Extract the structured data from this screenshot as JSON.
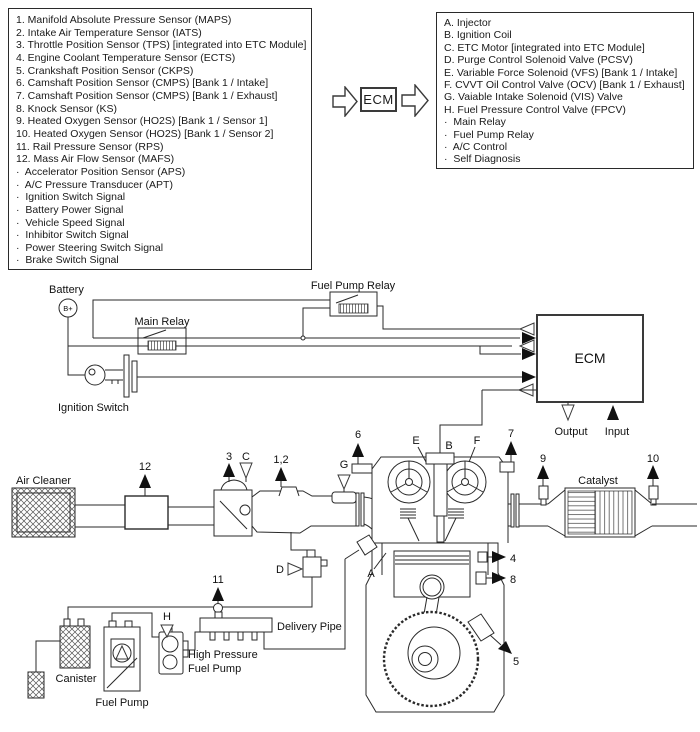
{
  "header": {
    "inputs_box": {
      "items": [
        "1. Manifold Absolute Pressure Sensor (MAPS)",
        "2. Intake Air Temperature Sensor (IATS)",
        "3. Throttle Position Sensor (TPS) [integrated into ETC Module]",
        "4. Engine Coolant Temperature Sensor (ECTS)",
        "5. Crankshaft Position Sensor (CKPS)",
        "6. Camshaft Position Sensor (CMPS) [Bank 1 / Intake]",
        "7. Camshaft Position Sensor (CMPS) [Bank 1 / Exhaust]",
        "8. Knock Sensor (KS)",
        "9. Heated Oxygen Sensor (HO2S) [Bank 1 / Sensor 1]",
        "10. Heated Oxygen Sensor (HO2S) [Bank 1 / Sensor 2]",
        "11. Rail Pressure Sensor (RPS)",
        "12. Mass Air Flow Sensor (MAFS)",
        "·  Accelerator Position Sensor (APS)",
        "·  A/C Pressure Transducer (APT)",
        "·  Ignition Switch Signal",
        "·  Battery Power Signal",
        "·  Vehicle Speed Signal",
        "·  Inhibitor Switch Signal",
        "·  Power Steering Switch Signal",
        "·  Brake Switch Signal"
      ]
    },
    "ecm_label": "ECM",
    "outputs_box": {
      "items": [
        "A. Injector",
        "B. Ignition Coil",
        "C. ETC Motor [integrated into ETC Module]",
        "D. Purge Control Solenoid Valve (PCSV)",
        "E. Variable Force Solenoid (VFS) [Bank 1 / Intake]",
        "F. CVVT Oil Control Valve (OCV) [Bank 1 / Exhaust]",
        "G. Vaiable Intake Solenoid (VIS) Valve",
        "H. Fuel Pressure Control Valve (FPCV)",
        "·  Main Relay",
        "·  Fuel Pump Relay",
        "·  A/C Control",
        "·  Self Diagnosis"
      ]
    }
  },
  "diagram": {
    "labels": {
      "battery": "Battery",
      "b_plus": "B+",
      "main_relay": "Main Relay",
      "fuel_pump_relay": "Fuel Pump Relay",
      "ignition_switch": "Ignition Switch",
      "ecm": "ECM",
      "output": "Output",
      "input": "Input",
      "air_cleaner": "Air Cleaner",
      "catalyst": "Catalyst",
      "delivery_pipe": "Delivery Pipe",
      "hp_fuel_pump_line1": "High Pressure",
      "hp_fuel_pump_line2": "Fuel Pump",
      "canister": "Canister",
      "fuel_pump": "Fuel Pump"
    },
    "callouts": {
      "n1_2": "1,2",
      "n3": "3",
      "n4": "4",
      "n5": "5",
      "n6": "6",
      "n7": "7",
      "n8": "8",
      "n9": "9",
      "n10": "10",
      "n11": "11",
      "n12": "12",
      "a": "A",
      "b": "B",
      "c": "C",
      "d": "D",
      "e": "E",
      "f": "F",
      "g": "G",
      "h": "H"
    }
  },
  "colors": {
    "line": "#2a2a2a",
    "background": "#ffffff"
  }
}
